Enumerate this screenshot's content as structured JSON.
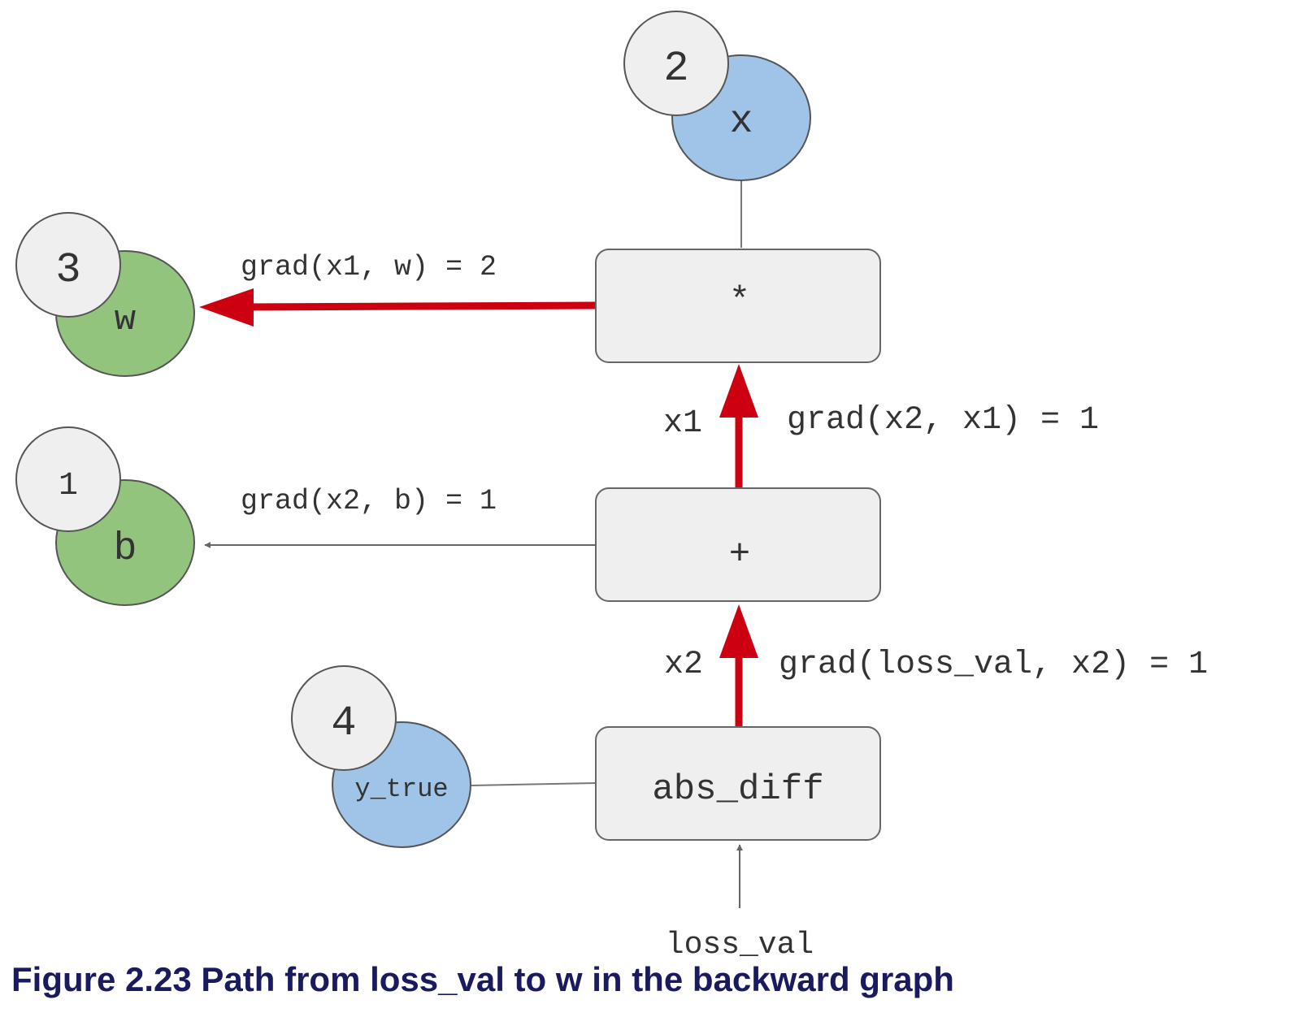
{
  "nodes": {
    "x": {
      "label": "x",
      "badge": "2"
    },
    "w": {
      "label": "w",
      "badge": "3"
    },
    "b": {
      "label": "b",
      "badge": "1"
    },
    "y_true": {
      "label": "y_true",
      "badge": "4"
    }
  },
  "ops": {
    "mul": "*",
    "add": "+",
    "abs_diff": "abs_diff"
  },
  "edge_labels": {
    "grad_x1_w": "grad(x1, w) = 2",
    "grad_x2_b": "grad(x2, b) = 1",
    "x1": "x1",
    "grad_x2_x1": "grad(x2, x1) = 1",
    "x2": "x2",
    "grad_loss_x2": "grad(loss_val, x2) = 1",
    "loss_val": "loss_val"
  },
  "caption": "Figure 2.23 Path from loss_val to w in the backward graph",
  "colors": {
    "blue_node": "#a0c4e8",
    "green_node": "#93c47d",
    "badge": "#efefef",
    "op_box": "#efefef",
    "highlight_arrow": "#cc0011",
    "plain_edge": "#666666",
    "caption": "#1a1a5e"
  }
}
